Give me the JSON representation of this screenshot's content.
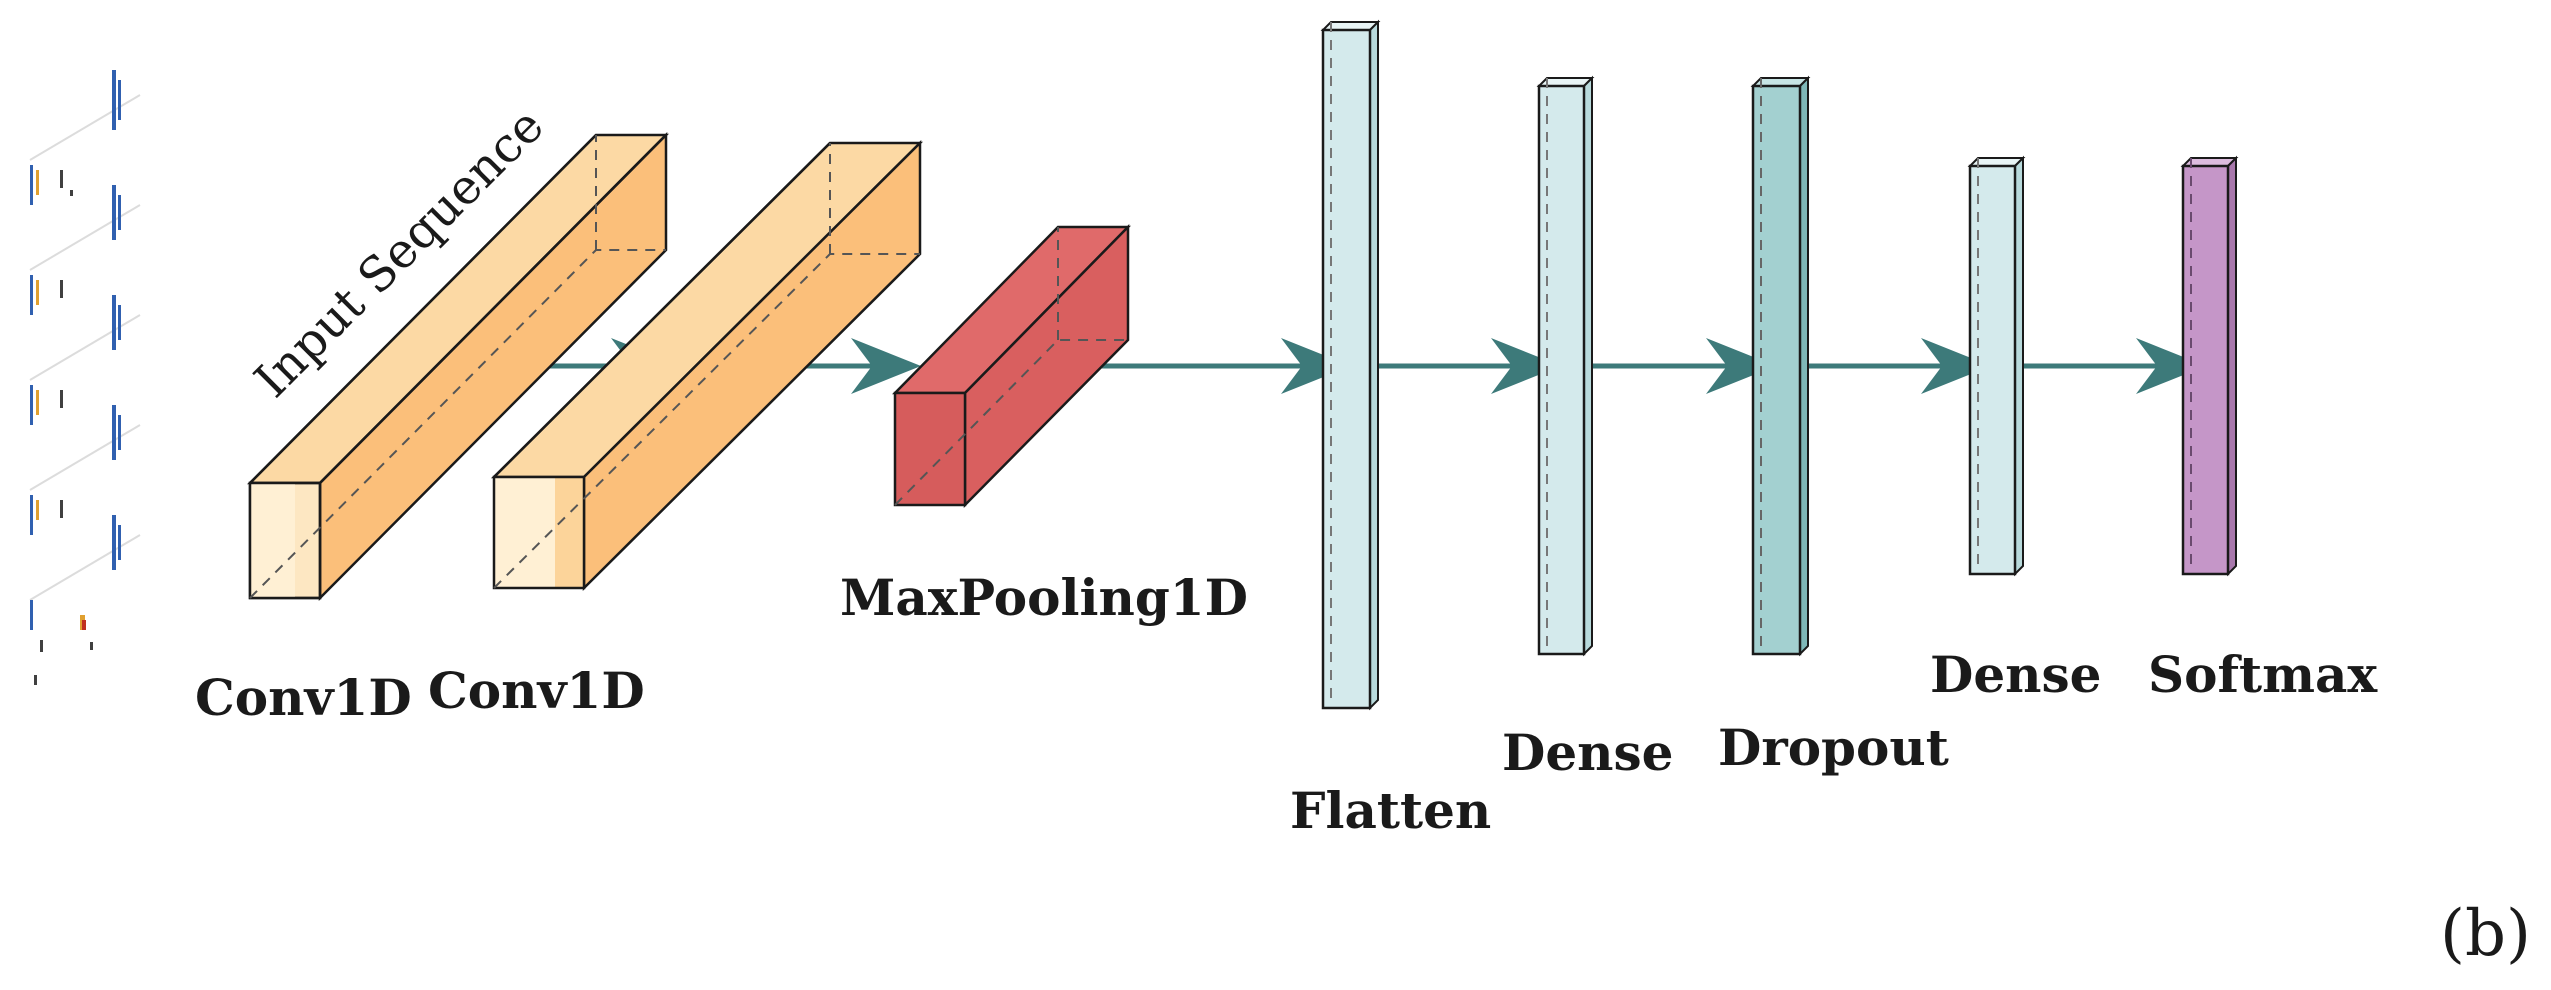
{
  "diagram": {
    "input_label": "Input Sequence",
    "panel_label": "(b)",
    "layers": [
      {
        "label": "Conv1D",
        "color": "#fbbf7a"
      },
      {
        "label": "Conv1D",
        "color": "#fbbf7a"
      },
      {
        "label": "MaxPooling1D",
        "color": "#d95f5f"
      },
      {
        "label": "Flatten",
        "color": "#d4eaec"
      },
      {
        "label": "Dense",
        "color": "#d4eaec"
      },
      {
        "label": "Dropout",
        "color": "#a3d0d0"
      },
      {
        "label": "Dense",
        "color": "#d4eaec"
      },
      {
        "label": "Softmax",
        "color": "#c596c8"
      }
    ],
    "arrow_color": "#3d7a7a"
  }
}
